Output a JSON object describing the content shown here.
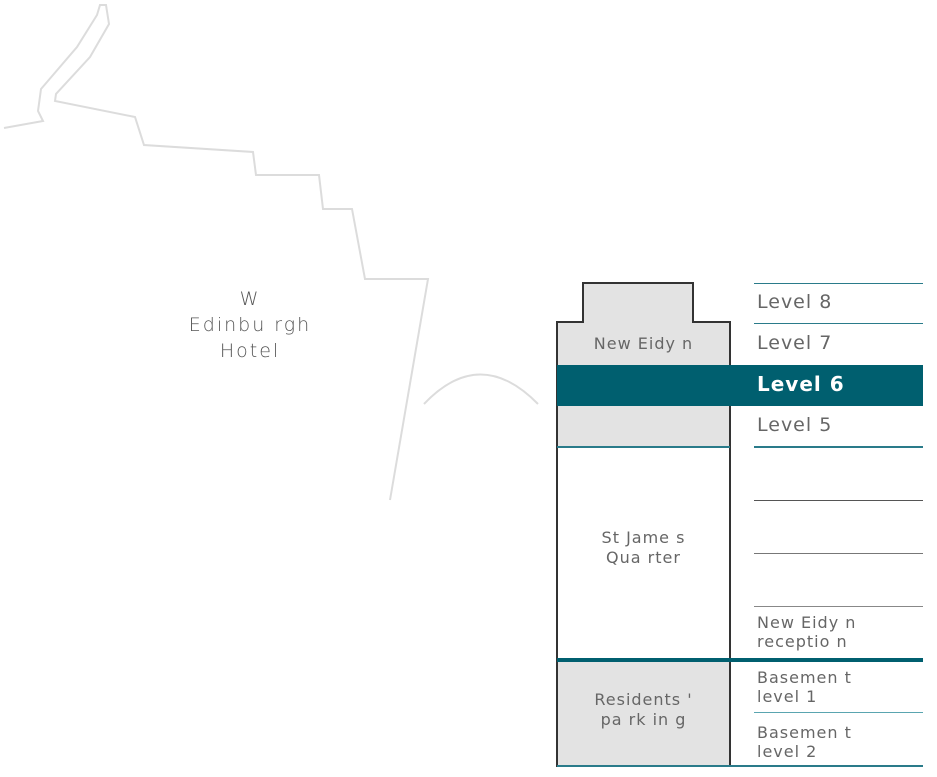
{
  "map": {
    "hotel_label_lines": [
      "W",
      "Edinbu rgh",
      "Hotel"
    ]
  },
  "building": {
    "upper_block_label": "New Eidy n",
    "middle_block_label_lines": [
      "St Jame s",
      "Qua rter"
    ],
    "lower_block_label_lines": [
      "Residents  '",
      "pa rk in g"
    ]
  },
  "levels": [
    {
      "id": "level-8",
      "label": "Level  8",
      "active": false
    },
    {
      "id": "level-7",
      "label": "Level  7",
      "active": false
    },
    {
      "id": "level-6",
      "label": "Level  6",
      "active": true
    },
    {
      "id": "level-5",
      "label": "Level  5",
      "active": false
    },
    {
      "id": "level-4",
      "label": "",
      "active": false
    },
    {
      "id": "level-3",
      "label": "",
      "active": false
    },
    {
      "id": "level-2",
      "label": "",
      "active": false
    },
    {
      "id": "reception",
      "label_lines": [
        "New Eidy  n",
        "receptio n"
      ],
      "active": false
    },
    {
      "id": "basement-1",
      "label_lines": [
        "Basemen  t",
        "level 1"
      ],
      "active": false
    },
    {
      "id": "basement-2",
      "label_lines": [
        "Basemen  t",
        "level 2"
      ],
      "active": false
    }
  ],
  "colors": {
    "accent": "#005f6f",
    "building_fill": "#e3e3e3",
    "outline": "#d9d9d9"
  }
}
